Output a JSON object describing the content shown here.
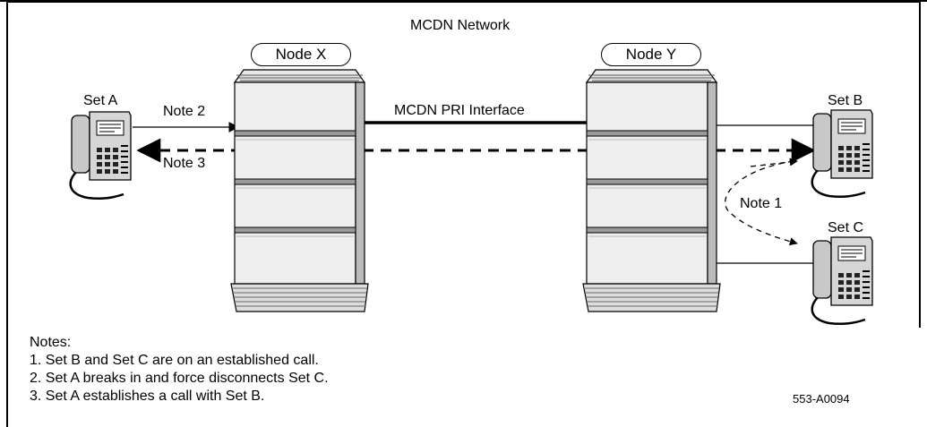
{
  "title": "MCDN Network",
  "nodes": {
    "node_x": "Node X",
    "node_y": "Node Y"
  },
  "sets": {
    "set_a": "Set A",
    "set_b": "Set B",
    "set_c": "Set C"
  },
  "links": {
    "pri_interface": "MCDN PRI Interface"
  },
  "annotations": {
    "note1": "Note 1",
    "note2": "Note 2",
    "note3": "Note 3"
  },
  "notes": {
    "heading": "Notes:",
    "items": [
      "1. Set B and Set C are on an established call.",
      "2. Set A breaks in and force disconnects Set C.",
      "3. Set A establishes a call with Set B."
    ]
  },
  "figure_code": "553-A0094"
}
